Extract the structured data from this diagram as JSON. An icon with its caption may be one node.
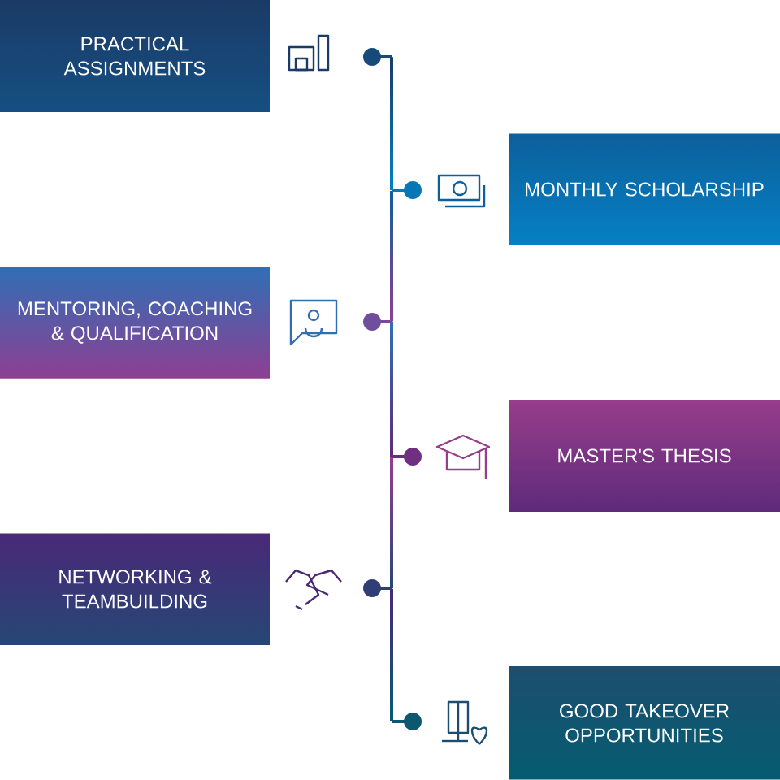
{
  "diagram": {
    "nodes": [
      {
        "text": [
          "PRACTICAL ASSIGNMENTS"
        ]
      },
      {
        "text": [
          "MONTHLY SCHOLARSHIP"
        ]
      },
      {
        "text": [
          "MENTORING, COACHING & QUALIFICATION"
        ]
      },
      {
        "text": [
          "MASTER'S THESIS"
        ]
      },
      {
        "text": [
          "NETWORKING & TEAMBUILDING"
        ]
      },
      {
        "text": [
          "GOOD TAKEOVER OPPORTUNITIES"
        ]
      }
    ]
  }
}
